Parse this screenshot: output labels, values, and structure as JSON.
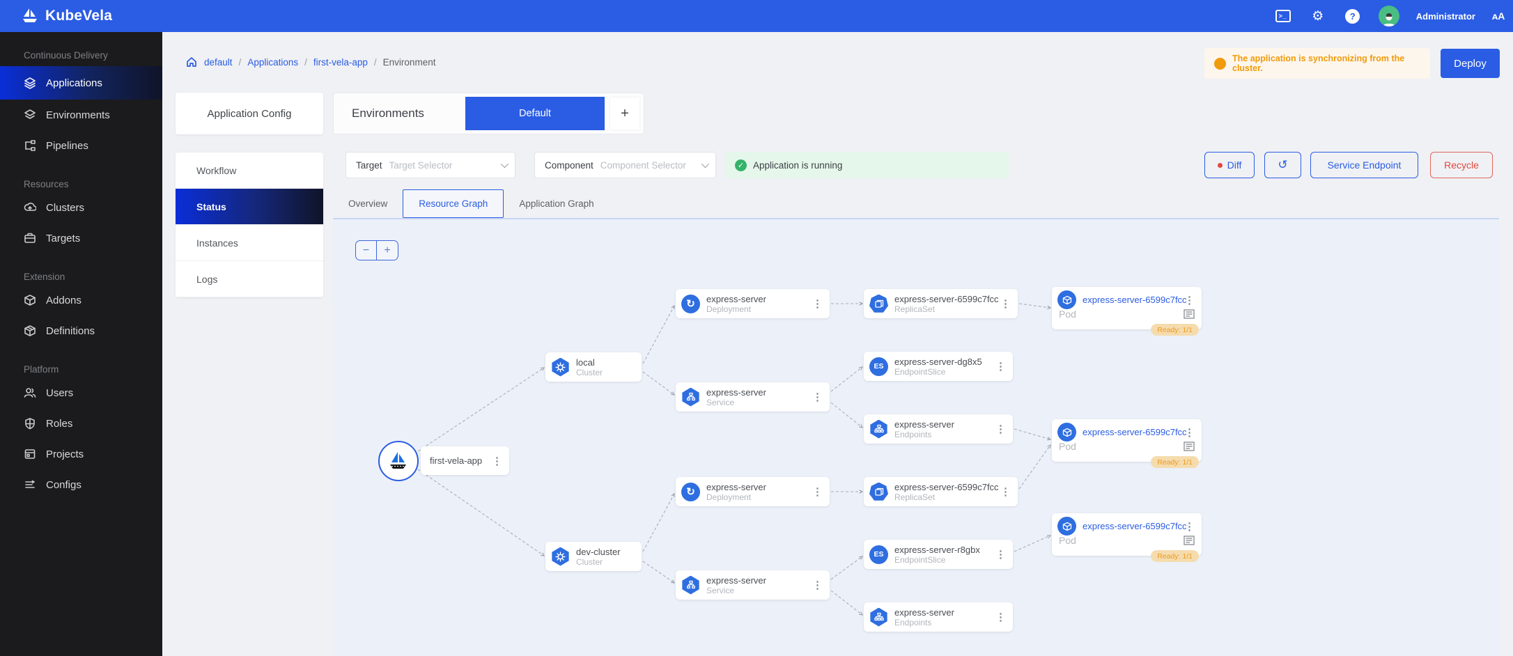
{
  "topbar": {
    "brand": "KubeVela",
    "user": "Administrator"
  },
  "sidebar": {
    "sections": [
      {
        "header": "Continuous Delivery",
        "items": [
          {
            "label": "Applications"
          },
          {
            "label": "Environments"
          },
          {
            "label": "Pipelines"
          }
        ]
      },
      {
        "header": "Resources",
        "items": [
          {
            "label": "Clusters"
          },
          {
            "label": "Targets"
          }
        ]
      },
      {
        "header": "Extension",
        "items": [
          {
            "label": "Addons"
          },
          {
            "label": "Definitions"
          }
        ]
      },
      {
        "header": "Platform",
        "items": [
          {
            "label": "Users"
          },
          {
            "label": "Roles"
          },
          {
            "label": "Projects"
          },
          {
            "label": "Configs"
          }
        ]
      }
    ]
  },
  "breadcrumb": {
    "separator": "/",
    "items": [
      {
        "label": "default"
      },
      {
        "label": "Applications"
      },
      {
        "label": "first-vela-app"
      },
      {
        "label": "Environment"
      }
    ]
  },
  "alert": {
    "text": "The application is synchronizing from the cluster."
  },
  "header_actions": {
    "deploy": "Deploy"
  },
  "config_card": {
    "label": "Application Config"
  },
  "environments": {
    "label": "Environments",
    "active": "Default",
    "add": "+"
  },
  "submenu": {
    "items": [
      {
        "label": "Workflow"
      },
      {
        "label": "Status"
      },
      {
        "label": "Instances"
      },
      {
        "label": "Logs"
      }
    ]
  },
  "filters": {
    "target_label": "Target",
    "target_placeholder": "Target Selector",
    "component_label": "Component",
    "component_placeholder": "Component Selector"
  },
  "status_banner": {
    "text": "Application is running"
  },
  "actions": {
    "diff": "Diff",
    "service_endpoint": "Service Endpoint",
    "recycle": "Recycle"
  },
  "tabs": {
    "items": [
      {
        "label": "Overview"
      },
      {
        "label": "Resource Graph"
      },
      {
        "label": "Application Graph"
      }
    ]
  },
  "zoom_controls": {
    "out": "−",
    "in": "+"
  },
  "graph": {
    "root": {
      "title": "first-vela-app"
    },
    "nodes": [
      {
        "title": "local",
        "subtitle": "Cluster"
      },
      {
        "title": "dev-cluster",
        "subtitle": "Cluster"
      },
      {
        "title": "express-server",
        "subtitle": "Deployment"
      },
      {
        "title": "express-server-6599c7fcc",
        "subtitle": "ReplicaSet"
      },
      {
        "title": "express-server-6599c7fcc",
        "subtitle": "Pod",
        "badge": "Ready: 1/1"
      },
      {
        "title": "express-server-dg8x5",
        "subtitle": "EndpointSlice"
      },
      {
        "title": "express-server",
        "subtitle": "Service"
      },
      {
        "title": "express-server",
        "subtitle": "Endpoints"
      },
      {
        "title": "express-server-6599c7fcc",
        "subtitle": "Pod",
        "badge": "Ready: 1/1"
      },
      {
        "title": "express-server",
        "subtitle": "Deployment"
      },
      {
        "title": "express-server-6599c7fcc",
        "subtitle": "ReplicaSet"
      },
      {
        "title": "express-server-6599c7fcc",
        "subtitle": "Pod",
        "badge": "Ready: 1/1"
      },
      {
        "title": "express-server-r8gbx",
        "subtitle": "EndpointSlice"
      },
      {
        "title": "express-server",
        "subtitle": "Service"
      },
      {
        "title": "express-server",
        "subtitle": "Endpoints"
      }
    ]
  },
  "colors": {
    "accent": "#2a5ce4",
    "warning": "#f09b0b",
    "success": "#34b369",
    "danger": "#e0483e",
    "sidebar_bg": "#1b1b1d",
    "canvas_bg": "#ecf0f8"
  }
}
